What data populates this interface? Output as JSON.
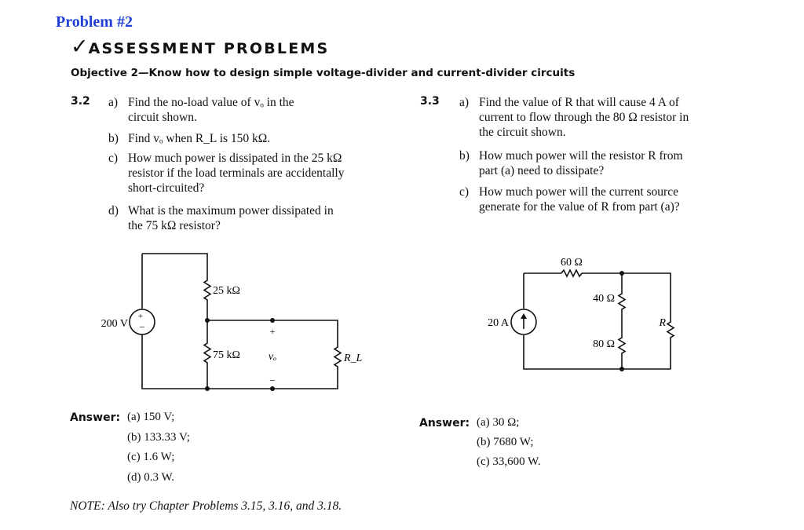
{
  "header": {
    "problem_title": "Problem #2",
    "check_mark": "✓",
    "section_title": "ASSESSMENT PROBLEMS",
    "objective": "Objective 2—Know how to design simple voltage-divider and current-divider circuits"
  },
  "p32": {
    "number": "3.2",
    "a_label": "a)",
    "a_line1": "Find the no-load value of vₒ in the",
    "a_line2": "circuit shown.",
    "b_label": "b)",
    "b_line1": "Find vₒ when R_L is 150 kΩ.",
    "c_label": "c)",
    "c_line1": "How much power is dissipated in the 25 kΩ",
    "c_line2": "resistor if the load terminals are accidentally",
    "c_line3": "short-circuited?",
    "d_label": "d)",
    "d_line1": "What is the maximum power dissipated in",
    "d_line2": "the 75 kΩ resistor?",
    "answer_label": "Answer:",
    "answers": [
      "(a) 150 V;",
      "(b) 133.33 V;",
      "(c) 1.6 W;",
      "(d) 0.3 W."
    ],
    "circuit": {
      "source": "200 V",
      "plus": "+",
      "minus": "−",
      "r_top": "25 kΩ",
      "r_bottom": "75 kΩ",
      "vo": "vₒ",
      "rl": "R_L"
    }
  },
  "p33": {
    "number": "3.3",
    "a_label": "a)",
    "a_line1": "Find the value of R that will cause 4 A of",
    "a_line2": "current to flow through the 80 Ω resistor in",
    "a_line3": "the circuit shown.",
    "b_label": "b)",
    "b_line1": "How much power will the resistor R from",
    "b_line2": "part (a) need to dissipate?",
    "c_label": "c)",
    "c_line1": "How much power will the current source",
    "c_line2": "generate for the value of R from part (a)?",
    "answer_label": "Answer:",
    "answers": [
      "(a)  30 Ω;",
      "(b) 7680 W;",
      "(c) 33,600 W."
    ],
    "circuit": {
      "source": "20 A",
      "r60": "60 Ω",
      "r40": "40 Ω",
      "r80": "80 Ω",
      "r": "R"
    }
  },
  "note": "NOTE:  Also try Chapter Problems 3.15, 3.16, and 3.18."
}
